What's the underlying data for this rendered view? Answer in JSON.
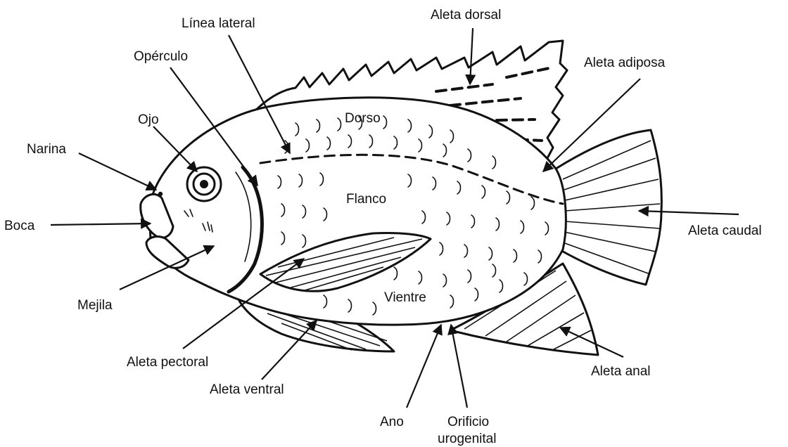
{
  "labels": {
    "aleta_dorsal": "Aleta dorsal",
    "linea_lateral": "Línea lateral",
    "aleta_adiposa": "Aleta adiposa",
    "operculo": "Opérculo",
    "dorso": "Dorso",
    "ojo": "Ojo",
    "narina": "Narina",
    "flanco": "Flanco",
    "boca": "Boca",
    "aleta_caudal": "Aleta caudal",
    "mejila": "Mejila",
    "vientre": "Vientre",
    "aleta_pectoral": "Aleta pectoral",
    "aleta_anal": "Aleta anal",
    "aleta_ventral": "Aleta ventral",
    "ano": "Ano",
    "orificio_line1": "Orificio",
    "orificio_line2": "urogenital"
  }
}
